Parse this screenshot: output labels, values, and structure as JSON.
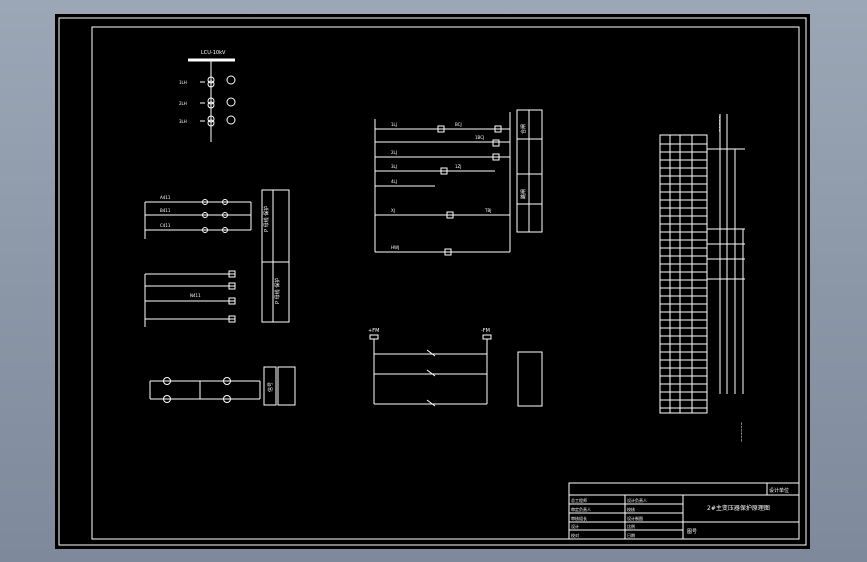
{
  "drawing": {
    "bus_label": "LCU-10kV",
    "switch_labels": [
      "1LH",
      "2LH",
      "3LH"
    ],
    "relay_block_1": "P 母线 保护",
    "relay_block_2": "P 母线 保护",
    "relay_block_3": "合闸",
    "relay_block_4": "跳闸",
    "relay_block_5": "信号",
    "dc_plus": "+FM",
    "dc_minus": "-FM",
    "control_labels": [
      "1LJ",
      "2LJ",
      "3LJ",
      "4LJ",
      "BCJ",
      "1ZJ",
      "XJ",
      "TBJ",
      "HWJ",
      "1BCJ"
    ],
    "terminal_labels": [
      "A411",
      "B411",
      "C411",
      "N411"
    ]
  },
  "title_block": {
    "header": "设计单位",
    "drawing_title": "2#主变压器保护原理图",
    "row_labels_left": [
      "总工程师",
      "审定负责人",
      "审核组长",
      "设计",
      "校对"
    ],
    "row_labels_mid": [
      "设计负责人",
      "校核",
      "设计制图",
      "比例",
      "日期"
    ],
    "sheet_label": "图号"
  }
}
